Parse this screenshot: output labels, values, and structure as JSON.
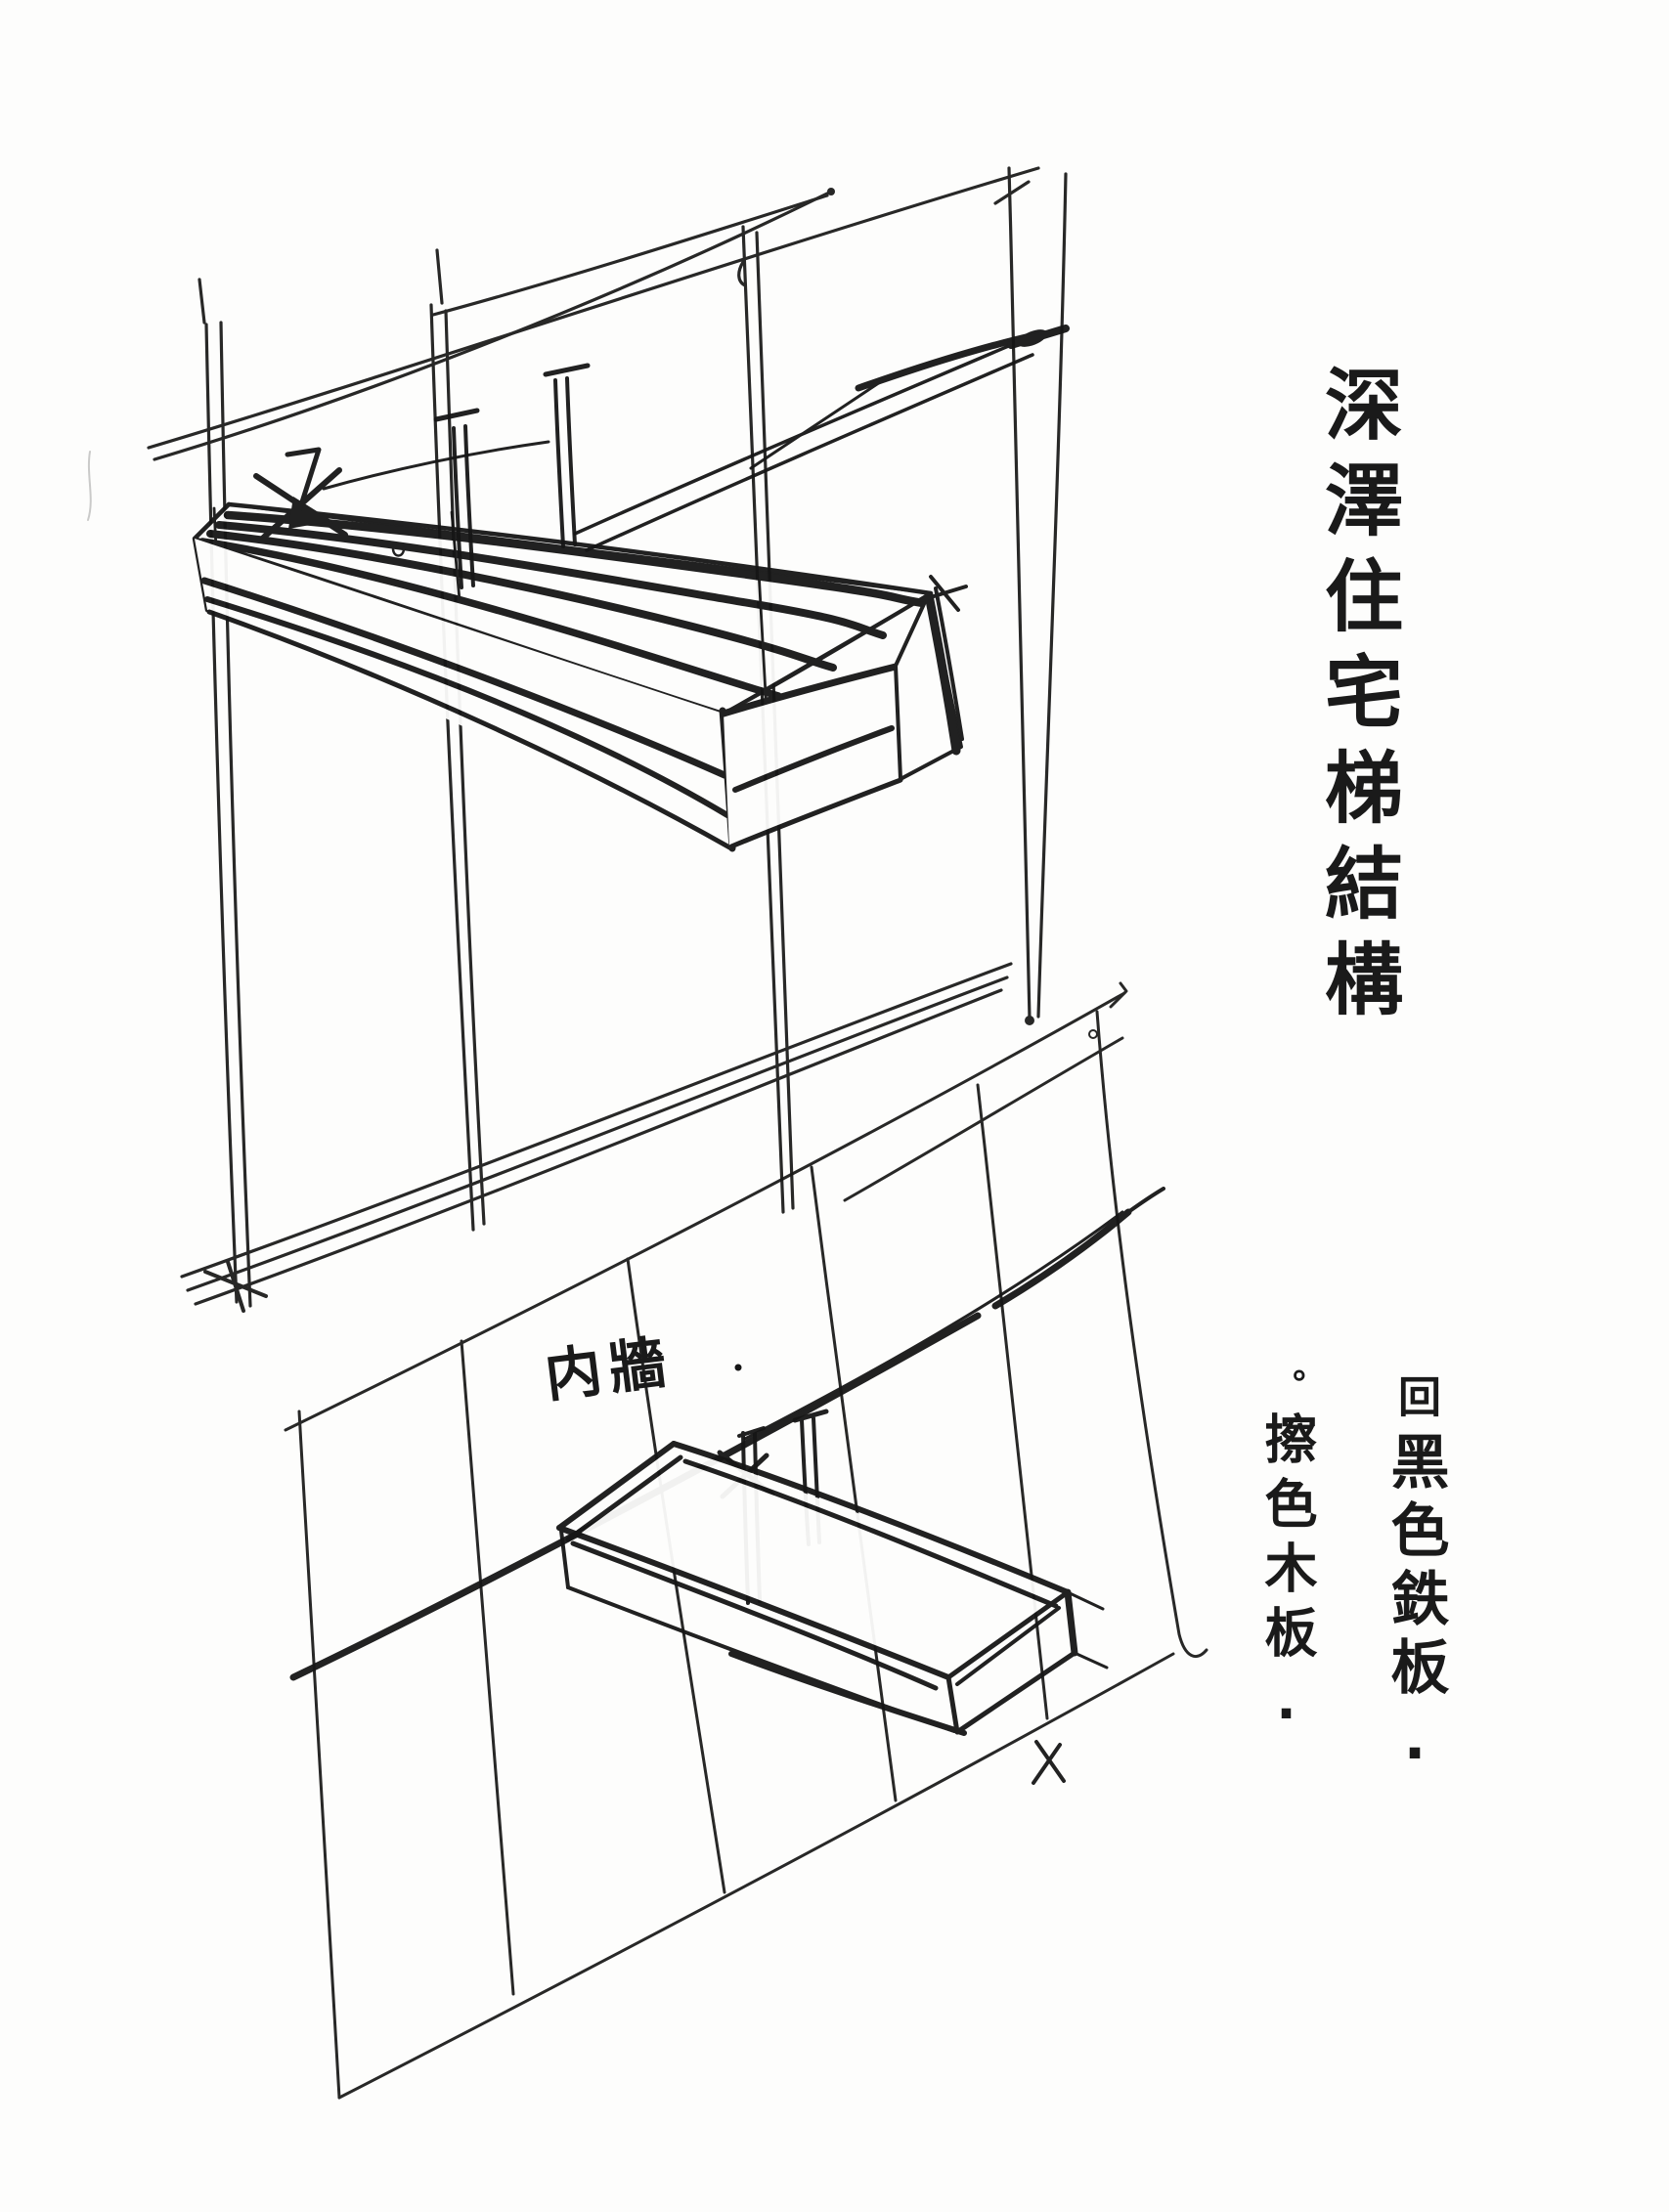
{
  "page": {
    "background": "#fdfdfc",
    "ink": "#161616"
  },
  "annotations": {
    "title": {
      "text": "深澤住宅梯結構",
      "orientation": "vertical"
    },
    "inner_wall_label": "内牆",
    "notes": [
      {
        "bullet": "回",
        "text": "黑色鉄板."
      },
      {
        "bullet": "。",
        "text": "擦色木板."
      }
    ]
  }
}
